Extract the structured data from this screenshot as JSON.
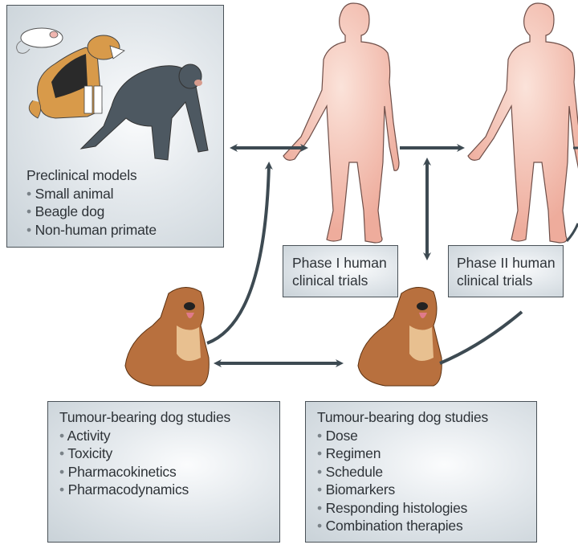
{
  "preclinical": {
    "title": "Preclinical models",
    "items": [
      "Small animal",
      "Beagle dog",
      "Non-human primate"
    ]
  },
  "phase1": {
    "line1": "Phase I human",
    "line2": "clinical trials"
  },
  "phase2": {
    "line1": "Phase II human",
    "line2": "clinical trials"
  },
  "dog_study_left": {
    "title": "Tumour-bearing dog studies",
    "items": [
      "Activity",
      "Toxicity",
      "Pharmacokinetics",
      "Pharmacodynamics"
    ]
  },
  "dog_study_right": {
    "title": "Tumour-bearing dog studies",
    "items": [
      "Dose",
      "Regimen",
      "Schedule",
      "Biomarkers",
      "Responding histologies",
      "Combination therapies"
    ]
  },
  "colors": {
    "arrow": "#3d4a52",
    "skin": "#f2b8a8",
    "dog": "#b0673a",
    "box_border": "#4a5258"
  }
}
